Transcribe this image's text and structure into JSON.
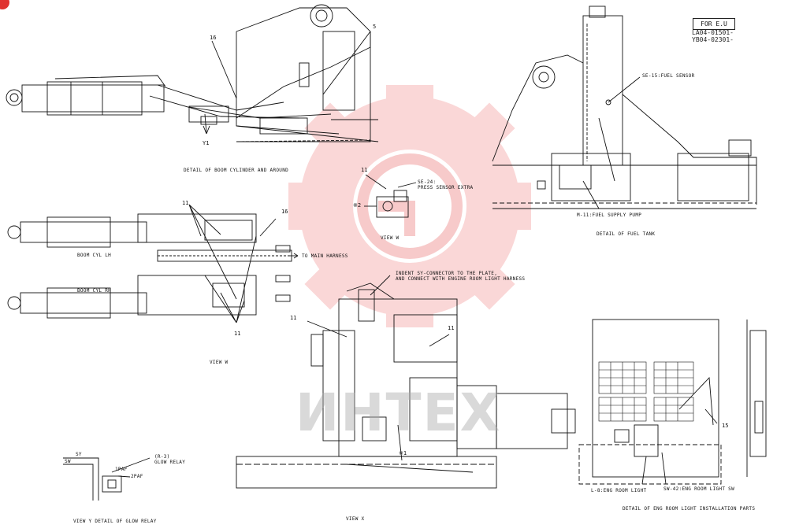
{
  "corner_badge_color": "#e0322f",
  "watermark": {
    "text": "ИНТЕХ",
    "gear_color": "#f3a3a3"
  },
  "frame": {
    "label": "FOR E.U",
    "serials": [
      "LA04-01501-",
      "YB04-02301-"
    ]
  },
  "captions": {
    "boom_cylinder": "DETAIL OF BOOM CYLINDER AND AROUND",
    "view_w_top": "VIEW W",
    "fuel_tank": "DETAIL OF FUEL TANK",
    "view_w_mid": "VIEW W",
    "glow_relay": "VIEW Y    DETAIL OF GLOW RELAY",
    "view_x": "VIEW X",
    "eng_room": "DETAIL OF ENG ROOM LIGHT INSTALLATION PARTS"
  },
  "callouts": {
    "c16_top": "16",
    "c5": "5",
    "cY1": "Y1",
    "c11_press": "11",
    "se24_code": "SE-24:",
    "se24_name": "PRESS SENSOR EXTRA",
    "x2": "※2",
    "se15": "SE-15:FUEL SENSOR",
    "m11": "M-11:FUEL SUPPLY PUMP",
    "c11_cyl": "11",
    "c16_cyl": "16",
    "boom_lh": "BOOM CYL LH",
    "boom_rh": "BOOM CYL RH",
    "to_main": "TO MAIN HARNESS",
    "c11_bottom": "11",
    "indent1": "INDENT SY-CONNECTOR TO THE PLATE,",
    "indent2": "AND CONNECT WITH ENGINE ROOM LIGHT HARNESS",
    "c11_eng_a": "11",
    "c11_eng_b": "11",
    "x1": "※1",
    "c15": "15",
    "l8": "L-8:ENG ROOM LIGHT",
    "sw42": "SW-42:ENG ROOM LIGHT SW",
    "sy": "SY",
    "sw": "SW",
    "r3": "(R-3)",
    "glow": "GLOW RELAY",
    "paf1": "1PAF",
    "paf2": "2PAF"
  }
}
